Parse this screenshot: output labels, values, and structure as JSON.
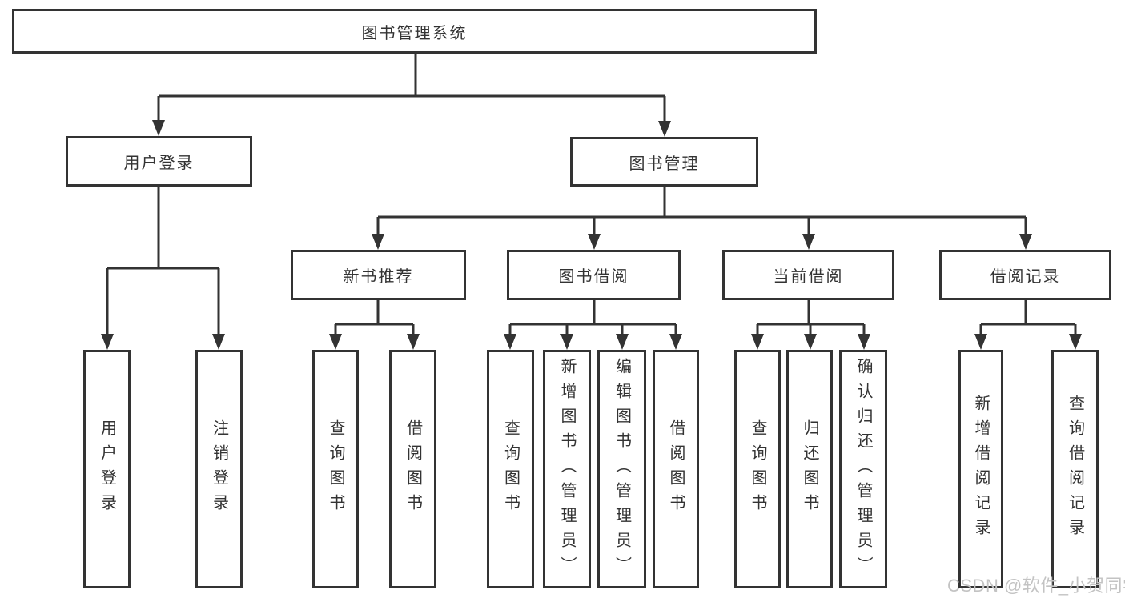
{
  "colors": {
    "line": "#333333",
    "text": "#333333",
    "background": "#ffffff",
    "watermark": "#c3c3c3"
  },
  "tree": {
    "root": {
      "label": "图书管理系统",
      "children": [
        {
          "label": "用户登录",
          "children": [
            {
              "label": "用户登录"
            },
            {
              "label": "注销登录"
            }
          ]
        },
        {
          "label": "图书管理",
          "children": [
            {
              "label": "新书推荐",
              "children": [
                {
                  "label": "查询图书"
                },
                {
                  "label": "借阅图书"
                }
              ]
            },
            {
              "label": "图书借阅",
              "children": [
                {
                  "label": "查询图书"
                },
                {
                  "label": "新增图书（管理员）"
                },
                {
                  "label": "编辑图书（管理员）"
                },
                {
                  "label": "借阅图书"
                }
              ]
            },
            {
              "label": "当前借阅",
              "children": [
                {
                  "label": "查询图书"
                },
                {
                  "label": "归还图书"
                },
                {
                  "label": "确认归还（管理员）"
                }
              ]
            },
            {
              "label": "借阅记录",
              "children": [
                {
                  "label": "新增借阅记录"
                },
                {
                  "label": "查询借阅记录"
                }
              ]
            }
          ]
        }
      ]
    }
  },
  "watermark": {
    "text": "CSDN @软件_小贺同学"
  }
}
